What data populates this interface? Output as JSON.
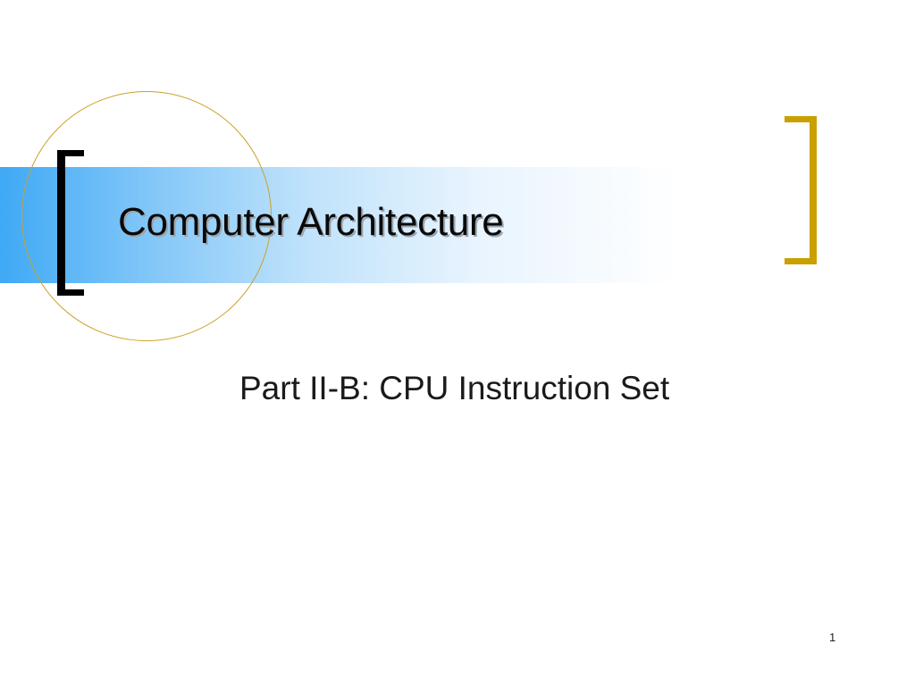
{
  "slide": {
    "title": "Computer Architecture",
    "subtitle": "Part II-B: CPU Instruction Set",
    "page_number": "1"
  },
  "colors": {
    "band_start": "#3fa9f5",
    "circle": "#c9a227",
    "left_bracket": "#000000",
    "right_bracket": "#c9a000"
  }
}
